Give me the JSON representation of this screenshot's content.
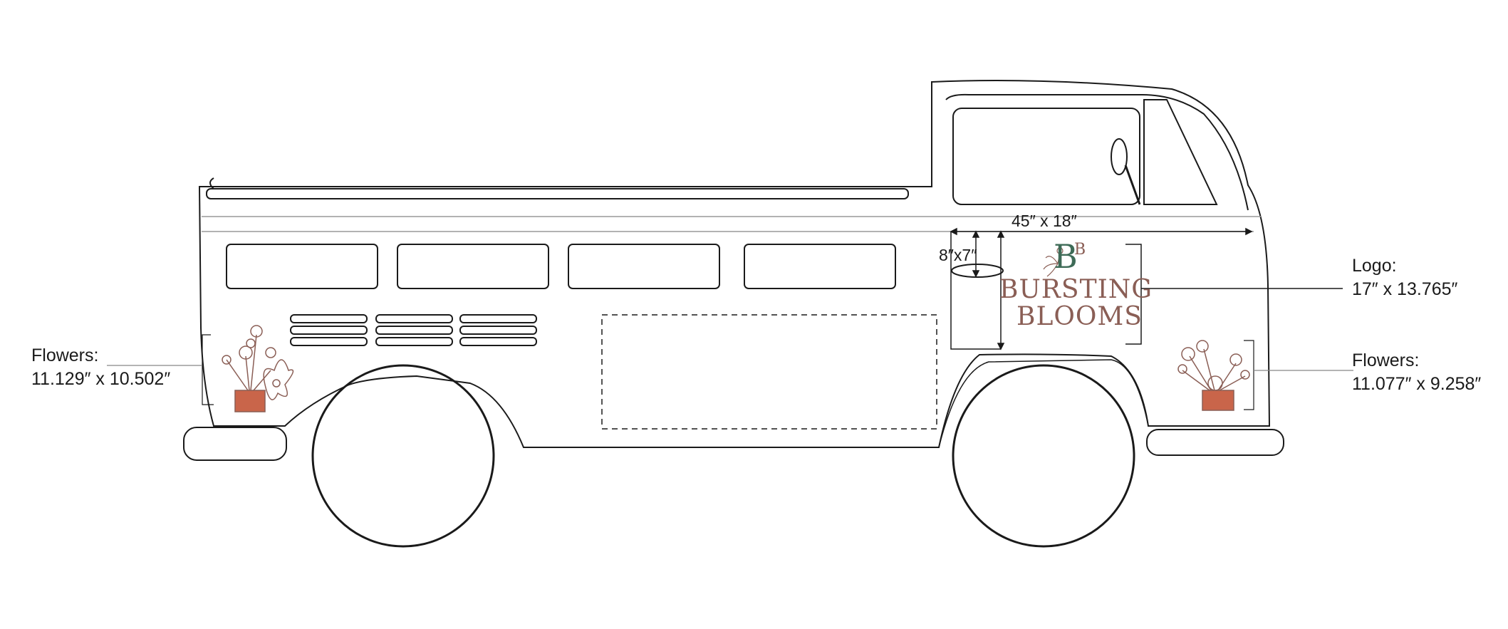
{
  "callouts": {
    "flowers_left": {
      "title": "Flowers:",
      "size": "11.129″ x 10.502″"
    },
    "logo": {
      "title": "Logo:",
      "size": "17″ x 13.765″"
    },
    "flowers_right": {
      "title": "Flowers:",
      "size": "11.077″ x 9.258″"
    }
  },
  "dimensions": {
    "door_panel": "45″ x 18″",
    "handle": "8″x7″"
  },
  "logo_art": {
    "monogram": "B",
    "monogram_small": "B",
    "line1": "BURSTING",
    "line2": "BLOOMS"
  },
  "colors": {
    "outline": "#1a1a1a",
    "logo_brown": "#8a5e55",
    "logo_green": "#3e6b57",
    "pot": "#c9654a",
    "flower_line": "#8a5e55",
    "leader": "#888888"
  }
}
